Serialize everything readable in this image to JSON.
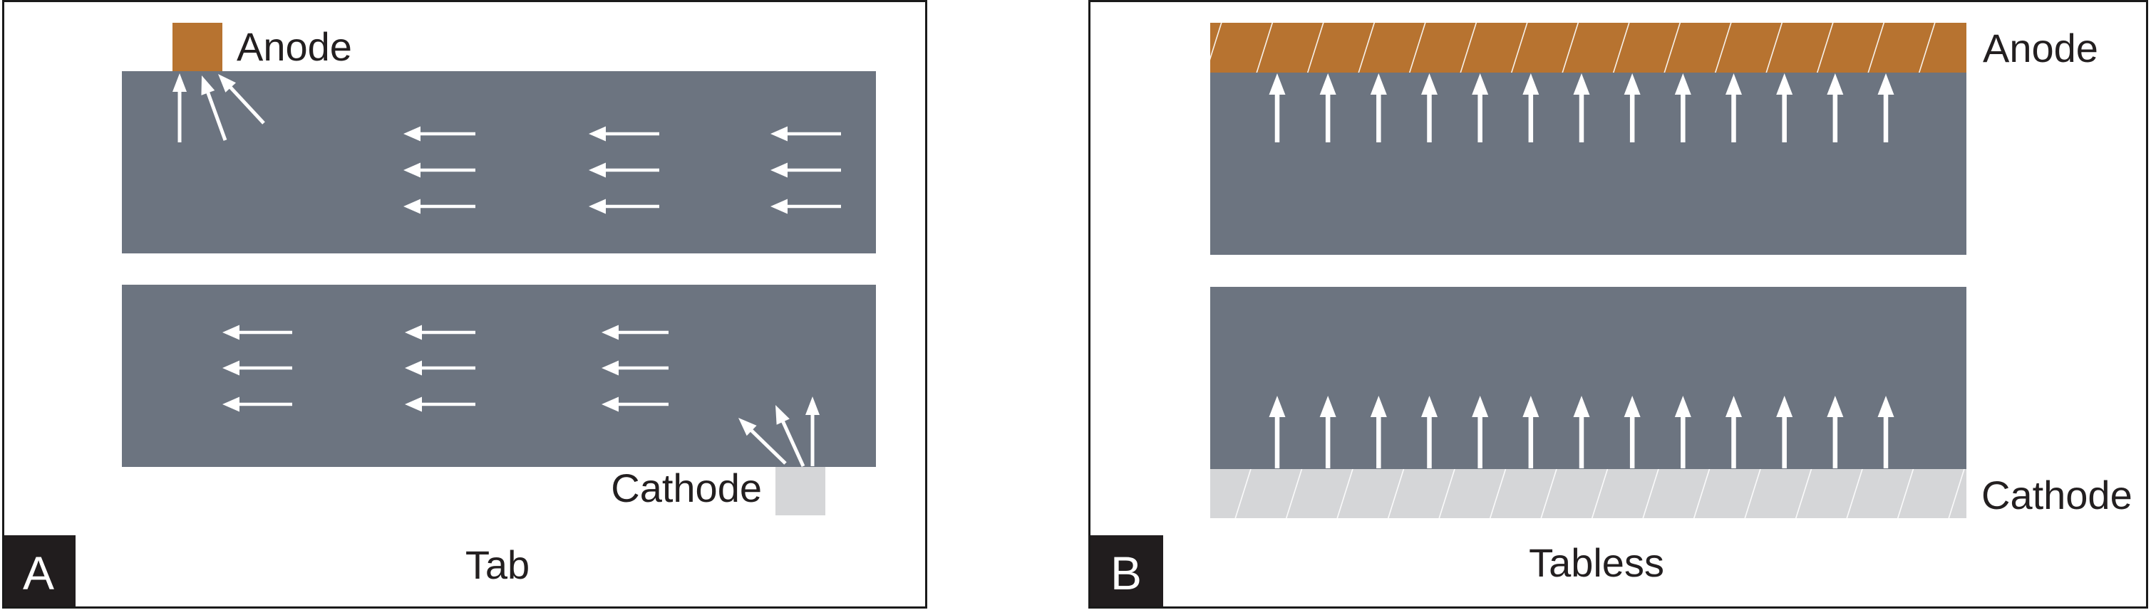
{
  "figure": {
    "title": "Tab versus tabless electrode current flow diagram",
    "colors": {
      "anode": "#b77330",
      "cathode_tab": "#d5d6d8",
      "electrode": "#6c7480",
      "arrow": "#ffffff",
      "hatch": "#ffffff",
      "text": "#231f20",
      "badge_bg": "#211d1e",
      "badge_text": "#ffffff",
      "border": "#1a1a1a",
      "background": "#ffffff"
    },
    "panels": [
      {
        "badge": "A",
        "caption": "Tab",
        "type": "tab",
        "labels": {
          "anode": "Anode",
          "cathode": "Cathode"
        },
        "electrode_sheets": 2,
        "slab_arrow_grid": {
          "rows": 3,
          "cols": 3
        },
        "anode_tab_arrows": 3,
        "cathode_tab_arrows": 3
      },
      {
        "badge": "B",
        "caption": "Tabless",
        "type": "tabless",
        "labels": {
          "anode": "Anode",
          "cathode": "Cathode"
        },
        "electrode_sheets": 2,
        "arrows_per_sheet": 13
      }
    ]
  }
}
